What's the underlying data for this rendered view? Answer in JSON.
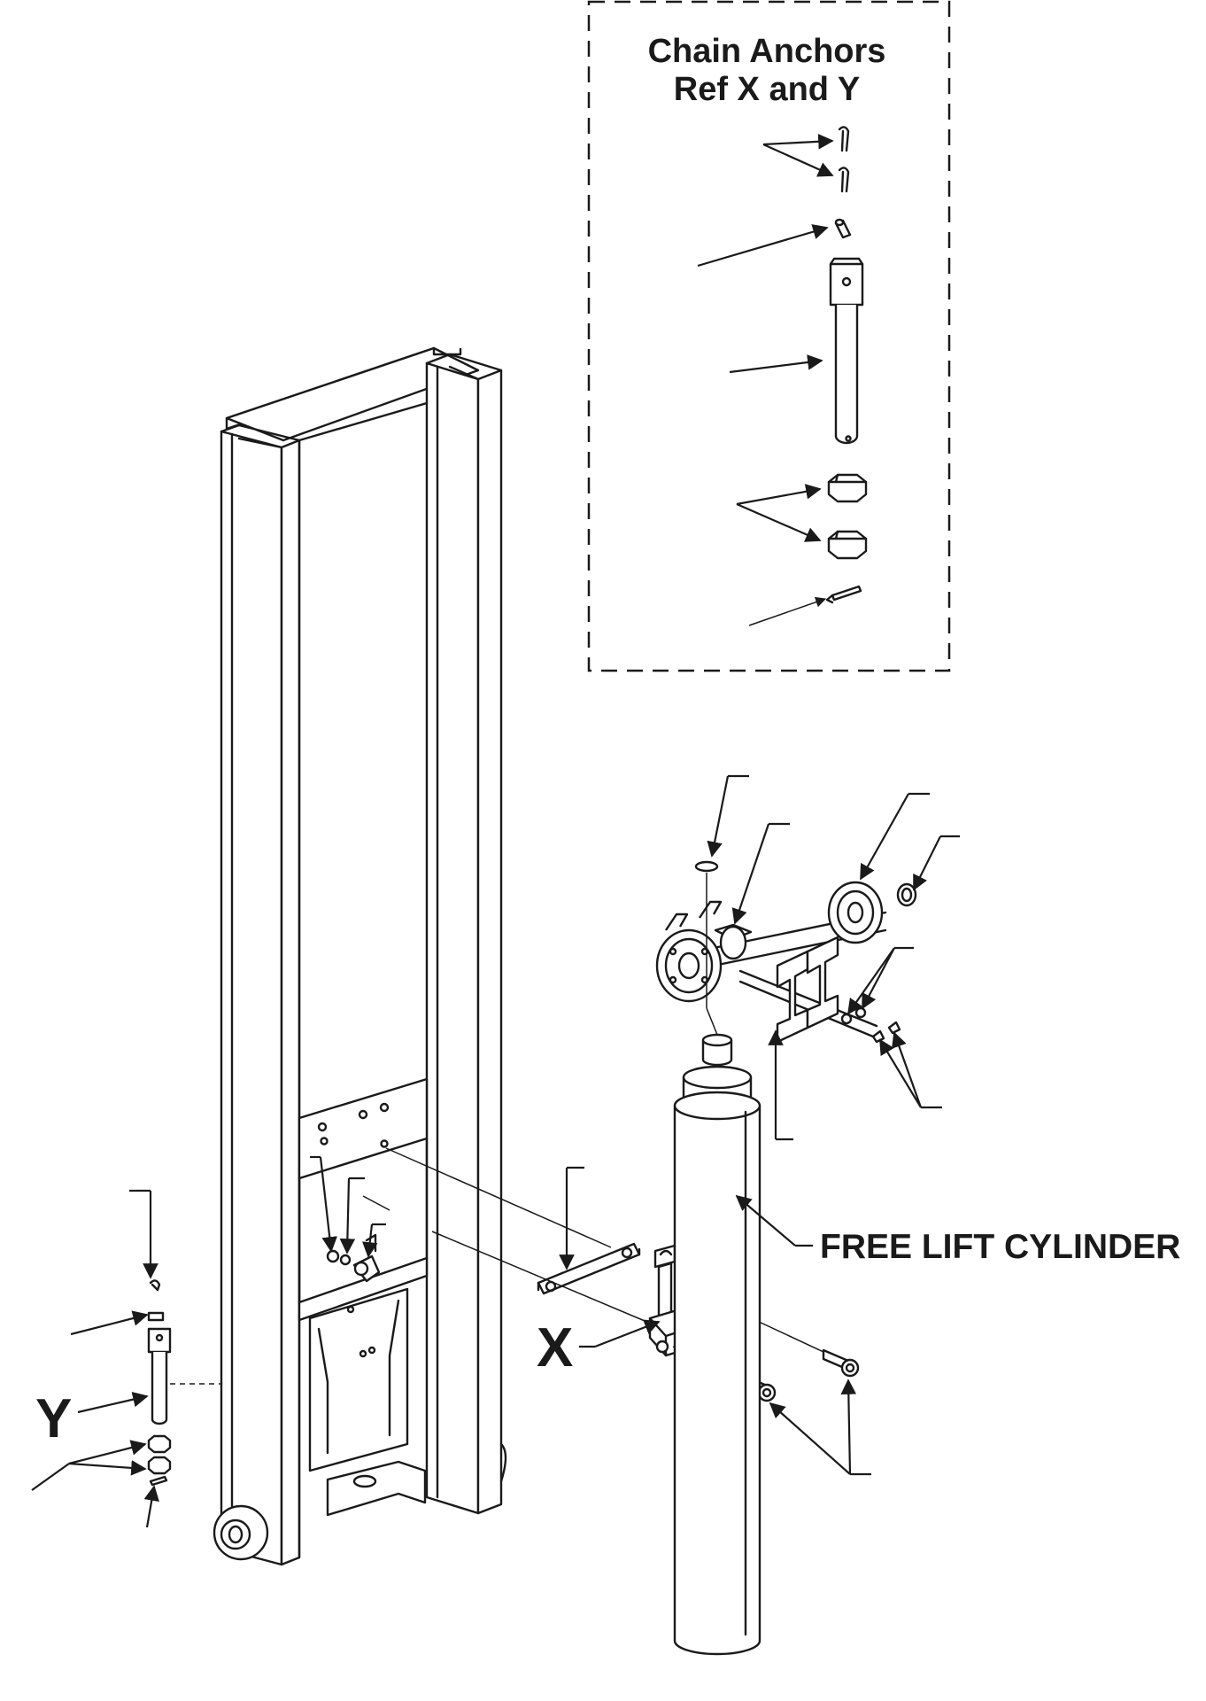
{
  "inset": {
    "title_line1": "Chain Anchors",
    "title_line2": "Ref X and Y"
  },
  "labels": {
    "free_lift_cylinder": "FREE LIFT CYLINDER",
    "ref_x": "X",
    "ref_y": "Y"
  }
}
